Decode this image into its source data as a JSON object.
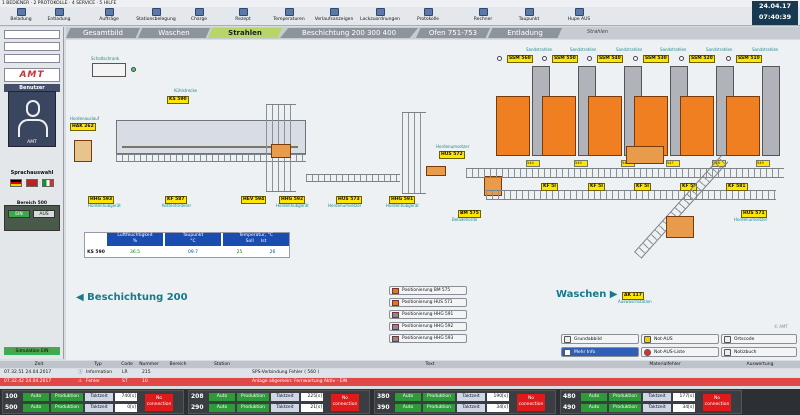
{
  "menu": "1 BEDIENER · 2 PROTOKOLLE · 4 SERVICE · 5 HILFE",
  "toolbar": [
    "Beladung",
    "Entladung",
    "Aufträge",
    "Stationsbelegung",
    "Charge",
    "Rezept",
    "Temperaturen",
    "Verlaufsanzeigen",
    "Lackzuordnungen",
    "Protokolle",
    "Rechner",
    "Taupunkt",
    "Hupe AUS"
  ],
  "left": {
    "logo": "AMT",
    "user_title": "Benutzer",
    "user_name": "AMT",
    "lang_title": "Sprachauswahl",
    "area_title": "Bereich 500",
    "ein": "EIN",
    "aus": "AUS",
    "sim": "Simulation EIN"
  },
  "tabs": [
    "Gesamtbild",
    "Waschen",
    "Strahlen",
    "Beschichtung  200  300  400",
    "Ofen 751-753",
    "Entladung"
  ],
  "breadcrumb": "Strahlen",
  "scene": {
    "schalt": "Schaltschrank",
    "kuehl": "Kühlstrecke",
    "ks590": "KS 590",
    "hordenauslauf": "Hordenauslauf",
    "hak262": "HAK 262",
    "hhg593": "HHG 593",
    "hhg593_sub": "Hordenhubgerät",
    "kf587": "KF 587",
    "kf587_sub": "Kettenförderer",
    "hev594": "HEV 594",
    "hhg592": "HHG 592",
    "hhg592_sub": "Hordenhubgerät",
    "hus573": "HUS 573",
    "hus573_sub": "Hordenumsetzer",
    "hhg591": "HHG 591",
    "hhg591_sub": "Hordenhubgerät",
    "hus572": "HUS 572",
    "hus572_sub": "Hordenumsetzer",
    "bm575": "BM 575",
    "bm575_sub": "Beladehorde",
    "hus571": "HUS 571",
    "hus571_sub": "Hordenumsetzer",
    "ak117": "AK 117",
    "ak117_sub": "Auswaschstation",
    "sandstrahlen": "Sandstrahlen",
    "ssm": [
      "SSM 560",
      "SSM 550",
      "SSM 540",
      "SSM 530",
      "SSM 520",
      "SSM 510"
    ],
    "kf": [
      "KF 5I",
      "KF 5I",
      "KF 5I",
      "KF 5I",
      "KF 581"
    ],
    "conv_labels": [
      "544",
      "545",
      "546",
      "547",
      "548",
      "549"
    ],
    "amt_small": "© AMT"
  },
  "info": {
    "h1": "Luftfeuchtigkeit",
    "h1u": "%",
    "h2": "Taupunkt",
    "h2u": "°C",
    "h3": "Temperatur, °C",
    "h3a": "Soll",
    "h3b": "Ist",
    "row": "KS 590",
    "v1": "36.5",
    "v2": "09.7",
    "v3": "25",
    "v4": "26"
  },
  "nav": {
    "left": "Beschichtung 200",
    "right": "Waschen"
  },
  "positions": [
    "Positionierung BM 575",
    "Positionierung HUS 571",
    "Positionierung HHG 591",
    "Positionierung HHG 592",
    "Positionierung HHG 593"
  ],
  "func": {
    "grundbild": "Grundabbild",
    "notaus": "Not-AUS",
    "ortscode": "Ortscode",
    "mehrinfo": "Mehr Info",
    "notausliste": "Not-AUS-Liste",
    "notizbuch": "Notizbuch"
  },
  "alarms": {
    "headers": [
      "Zeit",
      "Typ",
      "Code",
      "Nummer",
      "Bereich",
      "Station",
      "Text",
      "Materialfehler",
      "Auswertung"
    ],
    "rows": [
      {
        "zeit": "07.32.51  24.04.2017",
        "typ": "Information",
        "code": "LR",
        "nummer": "215",
        "text": "SPS-Verbindung Fehler  ( 560 )"
      },
      {
        "zeit": "07.32.42  24.04.2017",
        "typ": "Fehler",
        "code": "ST",
        "nummer": "10",
        "text": "Anlage allgemein: Fernwartung Aktiv - EIN"
      }
    ]
  },
  "groups": [
    {
      "a": "100",
      "b": "500",
      "t1": "740[s]",
      "t2": "0[s]"
    },
    {
      "a": "208",
      "b": "290",
      "t1": "225[s]",
      "t2": "21[s]"
    },
    {
      "a": "380",
      "b": "390",
      "t1": "190[s]",
      "t2": "34[s]"
    },
    {
      "a": "480",
      "b": "490",
      "t1": "177[s]",
      "t2": "34[s]"
    }
  ],
  "labels": {
    "auto": "Auto",
    "produktion": "Produktion",
    "taktzeit": "Taktzeit",
    "noconn": "No connection"
  },
  "clock": {
    "date": "24.04.17",
    "time": "07:40:39"
  },
  "colors": {
    "accent": "#b6d66a",
    "machine": "#f07f22",
    "tag": "#ffe600",
    "alarm": "#e04848"
  }
}
